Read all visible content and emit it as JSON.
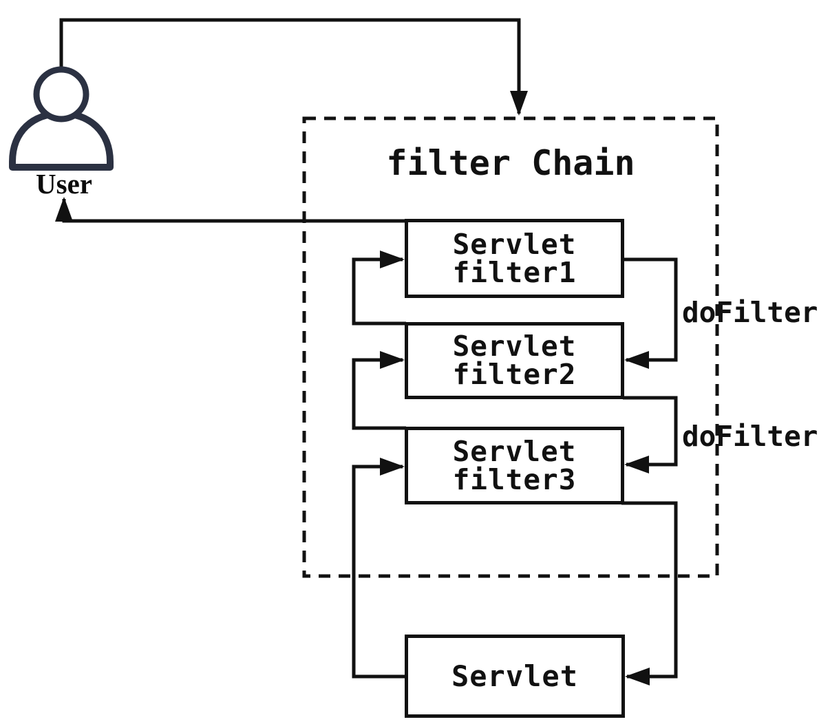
{
  "diagram": {
    "user": {
      "label": "User"
    },
    "chain": {
      "title": "filter Chain"
    },
    "filters": [
      {
        "line1": "Servlet",
        "line2": "filter1"
      },
      {
        "line1": "Servlet",
        "line2": "filter2"
      },
      {
        "line1": "Servlet",
        "line2": "filter3"
      }
    ],
    "servlet": {
      "label": "Servlet"
    },
    "dofilter_labels": [
      {
        "text": "doFilter"
      },
      {
        "text": "doFilter"
      }
    ],
    "colors": {
      "line": "#111111",
      "user_icon": "#2b3142",
      "background": "#ffffff"
    }
  }
}
